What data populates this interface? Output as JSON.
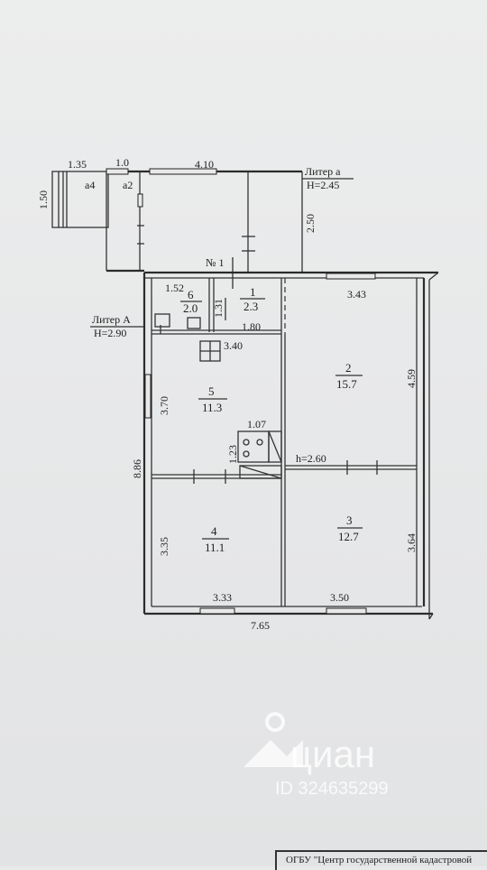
{
  "plan": {
    "annex": {
      "label": "Литер а",
      "height": "H=2.45",
      "room_a4": "а4",
      "room_a2": "а2",
      "dim_top_1": "1.35",
      "dim_top_2": "1.0",
      "dim_top_3": "4.10",
      "dim_left": "1.50",
      "dim_right": "2.50",
      "no_label": "№ 1"
    },
    "main": {
      "label": "Литер А",
      "height": "H=2.90",
      "dim_overall_width": "7.65",
      "dim_overall_height": "8.86",
      "dim_top_right": "3.43",
      "dim_right_upper": "4.59",
      "dim_right_lower": "3.64",
      "dim_bottom_left": "3.33",
      "dim_bottom_right": "3.50",
      "dim_left_upper": "3.70",
      "dim_left_lower": "3.35",
      "dim_152": "1.52",
      "dim_131": "1.31",
      "dim_180": "1.80",
      "dim_340": "3.40",
      "dim_107": "1.07",
      "dim_123": "1.23",
      "h_label": "h=2.60"
    },
    "rooms": [
      {
        "num": "1",
        "area": "2.3"
      },
      {
        "num": "2",
        "area": "15.7"
      },
      {
        "num": "3",
        "area": "12.7"
      },
      {
        "num": "4",
        "area": "11.1"
      },
      {
        "num": "5",
        "area": "11.3"
      },
      {
        "num": "6",
        "area": "2.0"
      }
    ]
  },
  "watermark": {
    "brand": "циан",
    "id": "ID 324635299"
  },
  "footer": {
    "text": "ОГБУ \"Центр государственной кадастровой"
  }
}
